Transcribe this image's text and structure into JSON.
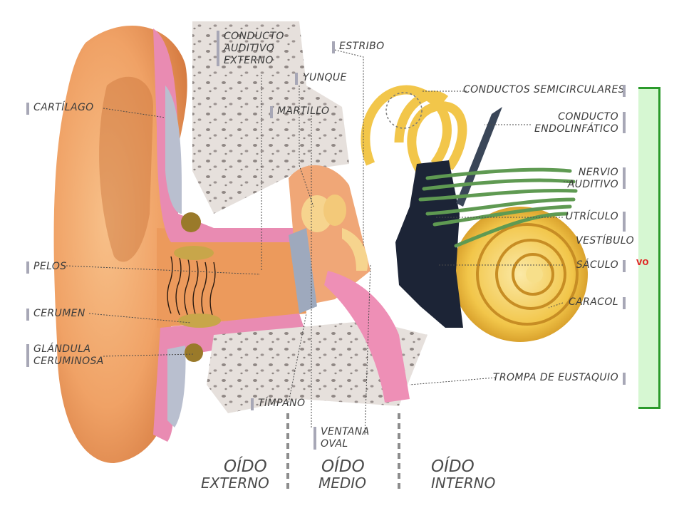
{
  "labels": {
    "cartilago": "Cartílago",
    "conducto_auditivo_externo": [
      "Conducto",
      "auditivo",
      "externo"
    ],
    "estribo": "Estribo",
    "yunque": "Yunque",
    "martillo": "Martillo",
    "conductos_semicirculares": "Conductos semicirculares",
    "conducto_endolinfatico": [
      "Conducto",
      "endolinfático"
    ],
    "nervio_auditivo": [
      "Nervio",
      "auditivo"
    ],
    "utriculo": "Utrículo",
    "vestibulo": "Vestíbulo",
    "saculo": "Sáculo",
    "caracol": "Caracol",
    "trompa_de_eustaquio": "Trompa de Eustaquio",
    "pelos": "Pelos",
    "cerumen": "Cerumen",
    "glandula_ceruminosa": [
      "Glándula",
      "ceruminosa"
    ],
    "timpano": "Tímpano",
    "ventana_oval": [
      "Ventana",
      "oval"
    ]
  },
  "regions": {
    "externo": [
      "Oído",
      "externo"
    ],
    "medio": [
      "Oído",
      "medio"
    ],
    "interno": [
      "Oído",
      "interno"
    ]
  },
  "side_fragment": "vo",
  "colors": {
    "skin": "#f2a56a",
    "pink": "#e889b0",
    "bone": "#e9e3df",
    "cochlea": "#f2c64a",
    "vestibule": "#1c2436",
    "nerve": "#5f9a52",
    "highlight_green": "#2b9a2b"
  }
}
